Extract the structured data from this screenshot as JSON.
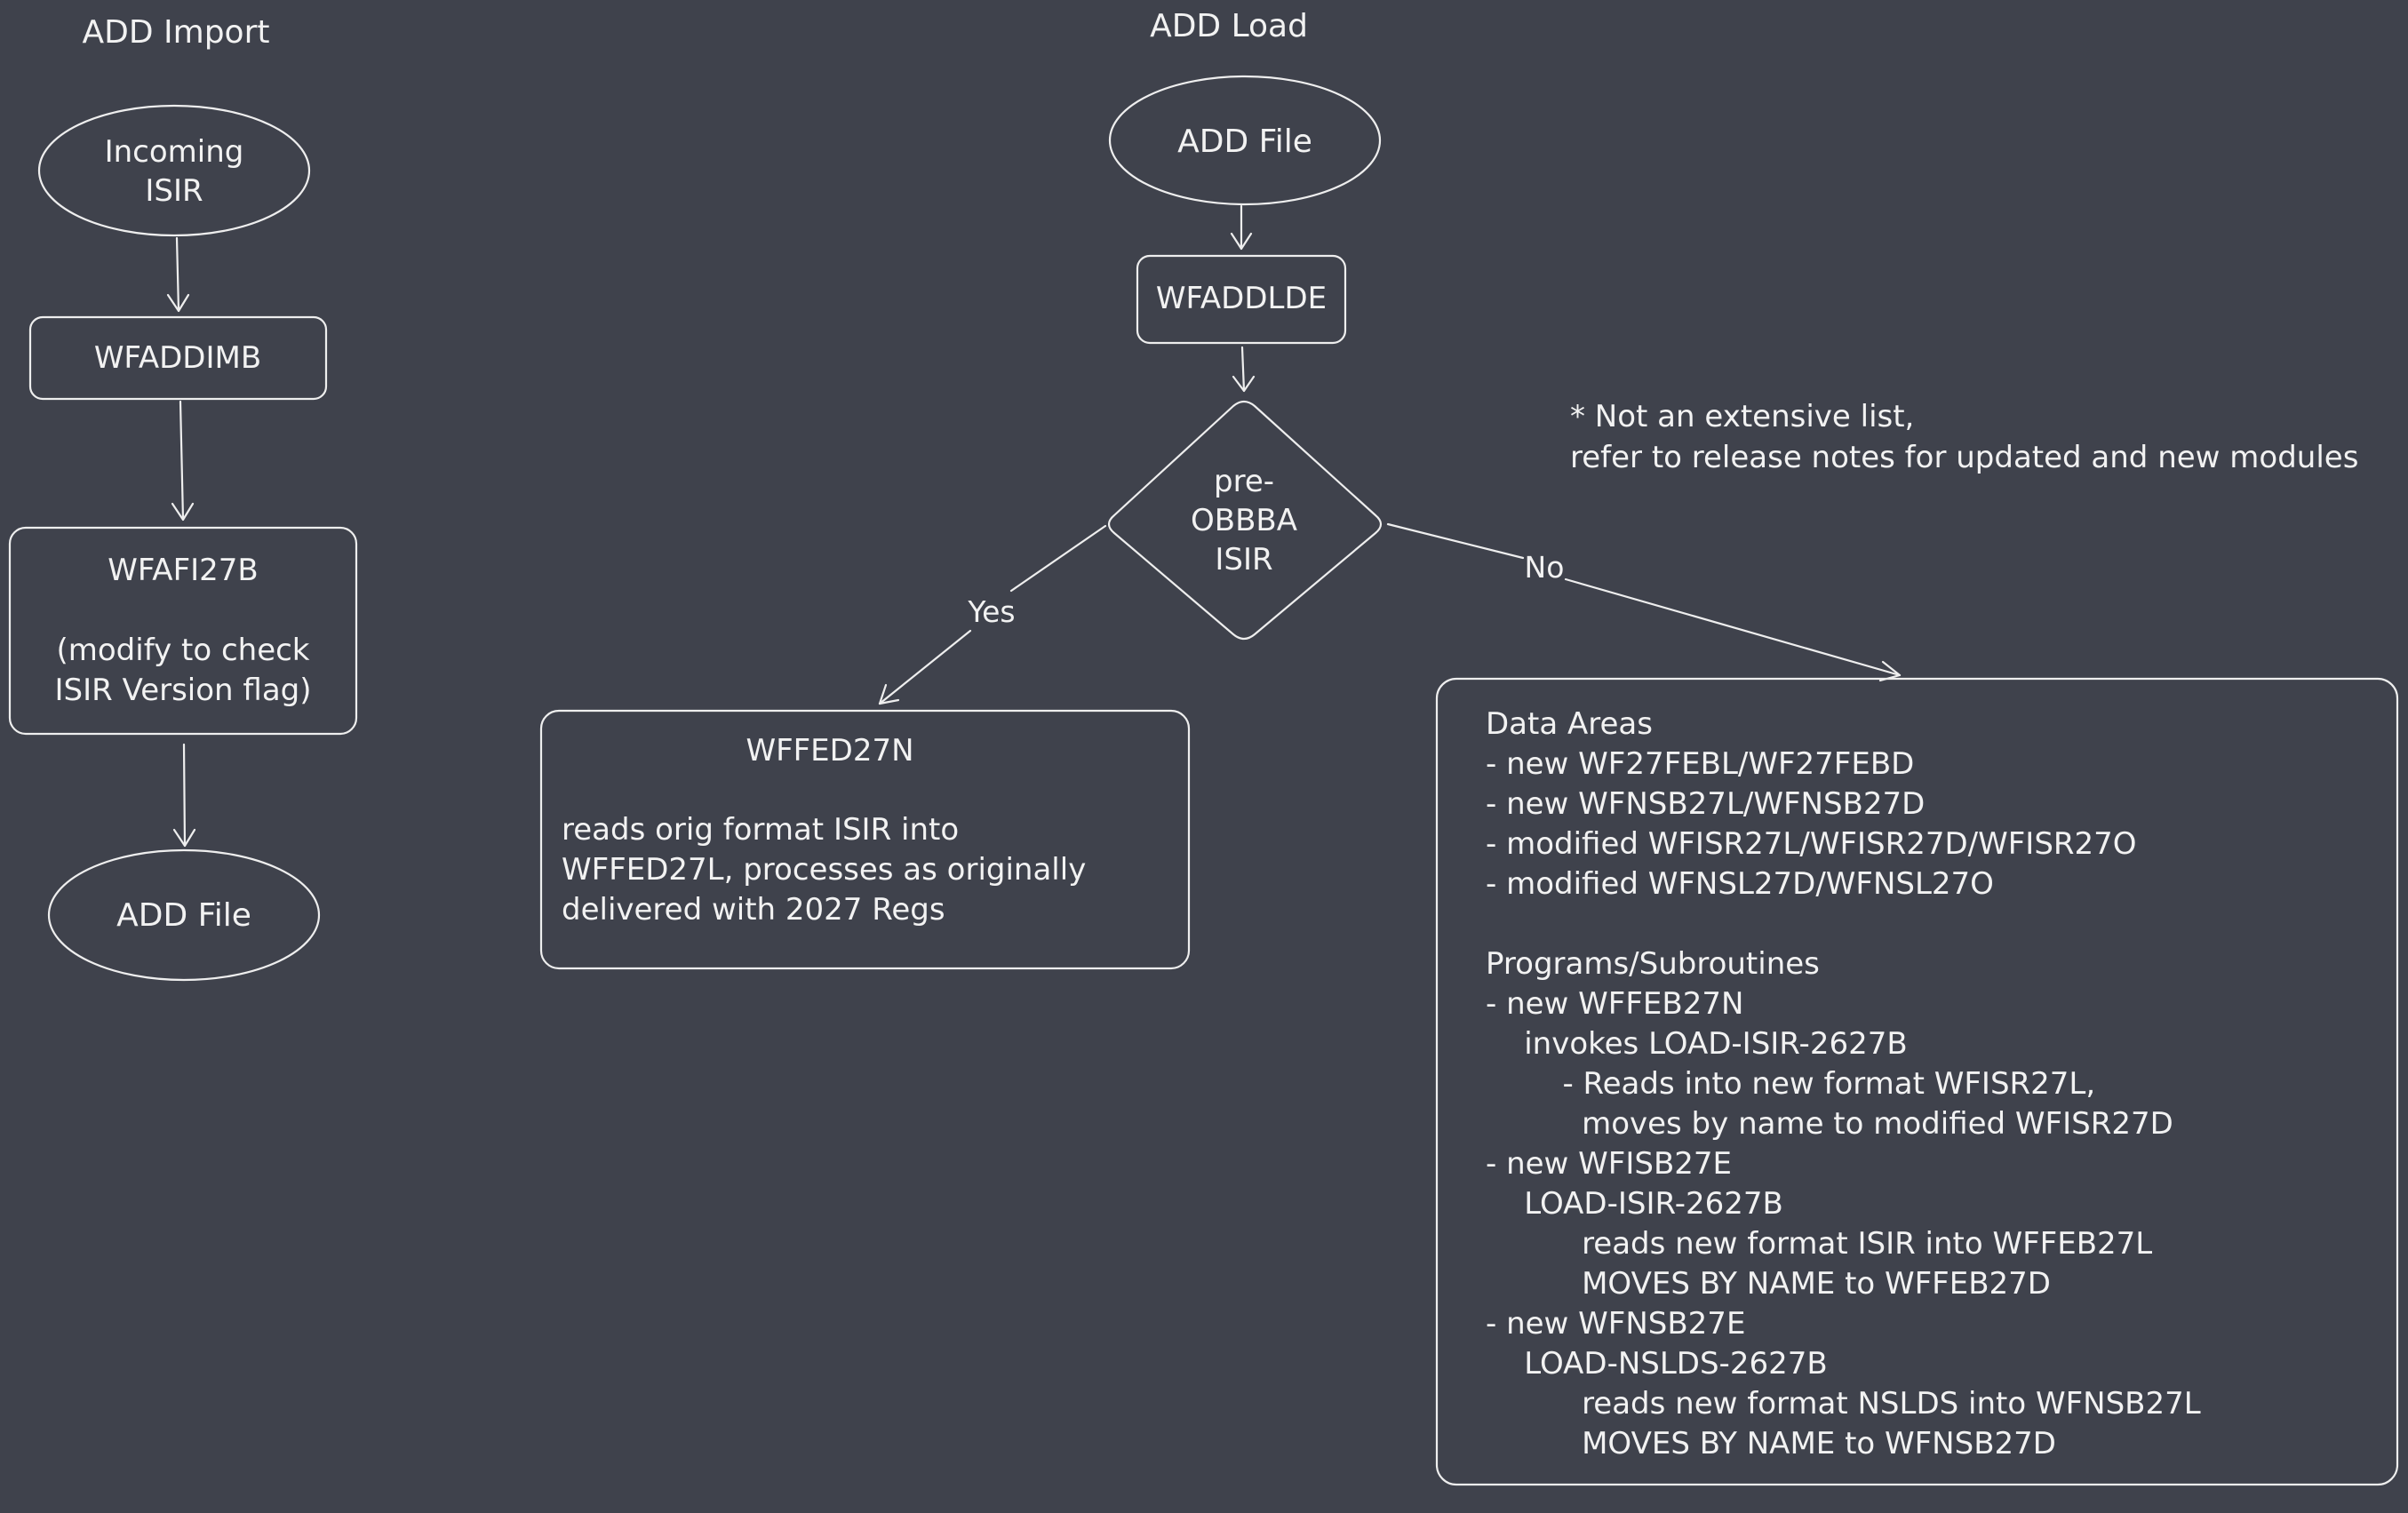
{
  "sections": {
    "import_title": "ADD Import",
    "load_title": "ADD Load"
  },
  "nodes": {
    "incoming_isir": {
      "lines": [
        "Incoming",
        "ISIR"
      ]
    },
    "wfaddimb": {
      "lines": [
        "WFADDIMB"
      ]
    },
    "wfafi27b": {
      "lines": [
        "WFAFI27B",
        "",
        "(modify to check",
        "ISIR Version flag)"
      ]
    },
    "add_file_import": {
      "lines": [
        "ADD File"
      ]
    },
    "add_file_load": {
      "lines": [
        "ADD File"
      ]
    },
    "wfaddlde": {
      "lines": [
        "WFADDLDE"
      ]
    },
    "pre_obbba": {
      "lines": [
        "pre-",
        "OBBBA",
        "ISIR"
      ]
    },
    "wffed27n": {
      "title": "WFFED27N",
      "lines": [
        "reads orig format ISIR into",
        "WFFED27L, processes as originally",
        "delivered with 2027 Regs"
      ]
    },
    "modules": {
      "lines": [
        "Data Areas",
        "- new WF27FEBL/WF27FEBD",
        "- new WFNSB27L/WFNSB27D",
        "- modified WFISR27L/WFISR27D/WFISR27O",
        "- modified WFNSL27D/WFNSL27O",
        "",
        "Programs/Subroutines",
        "- new WFFEB27N",
        "    invokes LOAD-ISIR-2627B",
        "        - Reads into new format WFISR27L,",
        "          moves by name to modified WFISR27D",
        "- new WFISB27E",
        "    LOAD-ISIR-2627B",
        "          reads new format ISIR into WFFEB27L",
        "          MOVES BY NAME to WFFEB27D",
        "- new WFNSB27E",
        "    LOAD-NSLDS-2627B",
        "          reads new format NSLDS into WFNSB27L",
        "          MOVES BY NAME to WFNSB27D"
      ]
    }
  },
  "edges": {
    "yes_label": "Yes",
    "no_label": "No"
  },
  "note": {
    "lines": [
      "* Not an extensive list,",
      "refer to release notes for updated and new modules"
    ]
  },
  "colors": {
    "background": "#3f424c",
    "stroke": "#eeeeee",
    "text": "#f2f2f2"
  }
}
